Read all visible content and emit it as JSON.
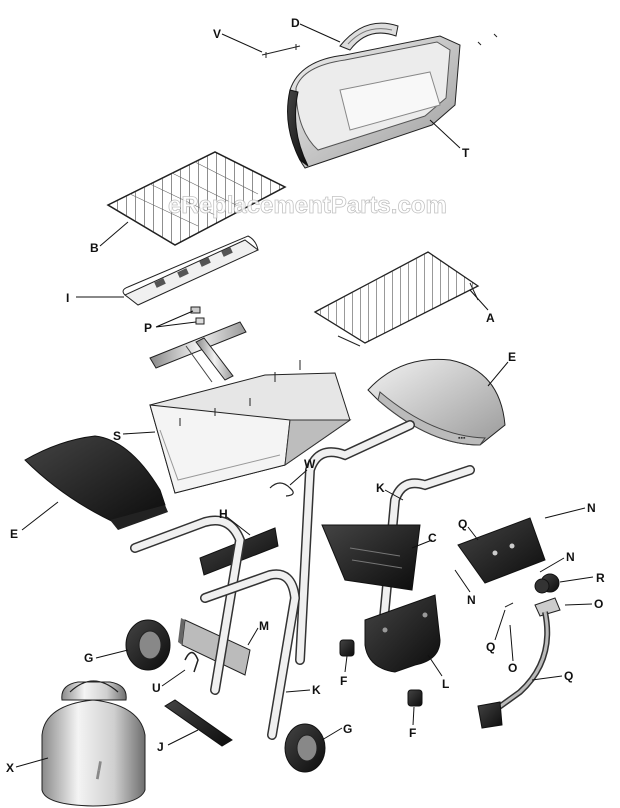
{
  "watermark": "eReplacementParts.com",
  "callouts": [
    {
      "id": "V",
      "label": "V"
    },
    {
      "id": "D",
      "label": "D"
    },
    {
      "id": "T",
      "label": "T"
    },
    {
      "id": "B",
      "label": "B"
    },
    {
      "id": "I",
      "label": "I"
    },
    {
      "id": "A",
      "label": "A"
    },
    {
      "id": "P",
      "label": "P"
    },
    {
      "id": "E1",
      "label": "E"
    },
    {
      "id": "S",
      "label": "S"
    },
    {
      "id": "E2",
      "label": "E"
    },
    {
      "id": "W",
      "label": "W"
    },
    {
      "id": "K1",
      "label": "K"
    },
    {
      "id": "H",
      "label": "H"
    },
    {
      "id": "C",
      "label": "C"
    },
    {
      "id": "N1",
      "label": "N"
    },
    {
      "id": "Q1",
      "label": "Q"
    },
    {
      "id": "N2",
      "label": "N"
    },
    {
      "id": "N3",
      "label": "N"
    },
    {
      "id": "R",
      "label": "R"
    },
    {
      "id": "O1",
      "label": "O"
    },
    {
      "id": "G1",
      "label": "G"
    },
    {
      "id": "M",
      "label": "M"
    },
    {
      "id": "Q2",
      "label": "Q"
    },
    {
      "id": "U",
      "label": "U"
    },
    {
      "id": "F1",
      "label": "F"
    },
    {
      "id": "L",
      "label": "L"
    },
    {
      "id": "O2",
      "label": "O"
    },
    {
      "id": "Q3",
      "label": "Q"
    },
    {
      "id": "K2",
      "label": "K"
    },
    {
      "id": "J",
      "label": "J"
    },
    {
      "id": "G2",
      "label": "G"
    },
    {
      "id": "F2",
      "label": "F"
    },
    {
      "id": "X",
      "label": "X"
    }
  ]
}
